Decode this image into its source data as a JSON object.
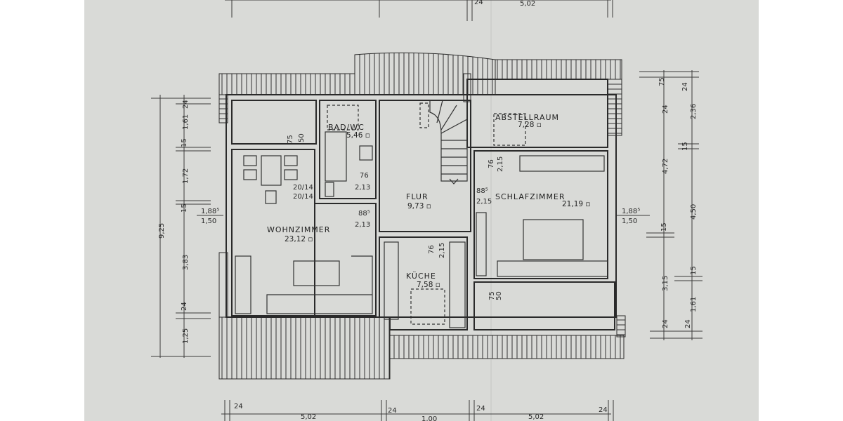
{
  "rooms": {
    "bad": {
      "name": "BAD/WC",
      "area": "5,46 ▫"
    },
    "flur": {
      "name": "FLUR",
      "area": "9,73 ▫"
    },
    "wohnzimmer": {
      "name": "WOHNZIMMER",
      "area": "23,12 ▫"
    },
    "kueche": {
      "name": "KÜCHE",
      "area": "7,58 ▫"
    },
    "abstellraum": {
      "name": "ABSTELLRAUM",
      "area": "7,28 ▫"
    },
    "schlafzimmer": {
      "name": "SCHLAFZIMMER",
      "area": "21,19 ▫"
    }
  },
  "openings": {
    "door_small_room": [
      "75",
      "50"
    ],
    "window_dining": [
      "20/14",
      "20/14"
    ],
    "door_bad": [
      "76",
      "2,13"
    ],
    "door_wohnzimmer": [
      "88⁵",
      "2,13"
    ],
    "door_kueche": [
      "76",
      "2,15"
    ],
    "door_schlafzimmer": [
      "88⁵",
      "2,15"
    ],
    "door_abstellraum": [
      "76",
      "2,15"
    ],
    "door_bottom_room": [
      "75",
      "50"
    ],
    "window_left": [
      "1,88⁵",
      "1,50"
    ],
    "window_right": [
      "1,88⁵",
      "1,50"
    ]
  },
  "dimensions": {
    "top": [
      "24",
      "5,02"
    ],
    "bottom": [
      "24",
      "5,02",
      "24",
      "1,00",
      "24",
      "5,02",
      "24"
    ],
    "left_total": "9,25",
    "left_segments": [
      "24",
      "1,61",
      "15",
      "1,72",
      "15",
      "3,83",
      "24",
      "1,25"
    ],
    "right_inner": [
      "24",
      "4,72",
      "15",
      "3,15",
      "24"
    ],
    "right_outer": [
      "75",
      "24",
      "2,36",
      "15",
      "4,50",
      "15",
      "1,61",
      "24"
    ]
  }
}
